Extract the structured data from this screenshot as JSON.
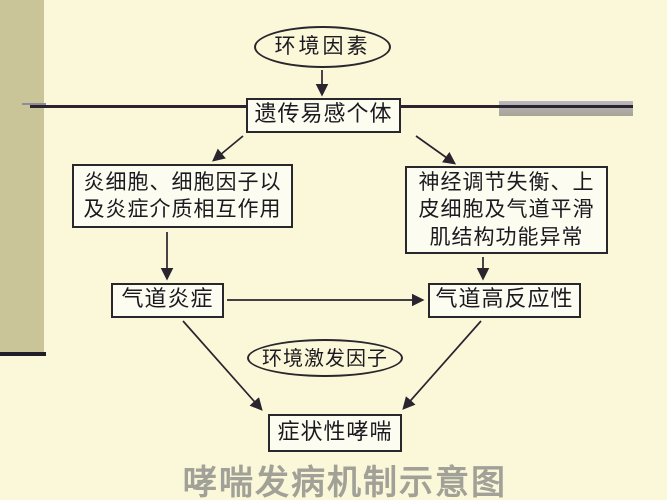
{
  "slide": {
    "title": "哮喘发病机制示意图",
    "background_color": "#fbf8da",
    "accent_bar_color": "#c9c598",
    "divider_line_color": "#29242e",
    "gray_bar_color": "#b1aeb8",
    "node_fill_color": "#fdfcf0",
    "node_border_color": "#29262c",
    "text_color": "#1c1a20",
    "title_color": "#a2a198"
  },
  "nodes": {
    "env_factors": {
      "shape": "ellipse",
      "label": "环境因素"
    },
    "genetic_host": {
      "shape": "rect",
      "label": "遗传易感个体"
    },
    "inflammation_interaction": {
      "shape": "rect",
      "full_label": "炎细胞、细胞因子以及炎症介质相互作用",
      "line1": "炎细胞、细胞因子以",
      "line2": "及炎症介质相互作用"
    },
    "neural_dysfunction": {
      "shape": "rect",
      "full_label": "神经调节失衡、上皮细胞及气道平滑肌结构功能异常",
      "line1": "神经调节失衡、上",
      "line2": "皮细胞及气道平滑",
      "line3": "肌结构功能异常"
    },
    "airway_inflammation": {
      "shape": "rect",
      "label": "气道炎症"
    },
    "airway_hyperresponsiveness": {
      "shape": "rect",
      "label": "气道高反应性"
    },
    "env_triggers": {
      "shape": "ellipse",
      "label": "环境激发因子"
    },
    "symptomatic_asthma": {
      "shape": "rect",
      "label": "症状性哮喘"
    }
  },
  "edges": [
    {
      "from": "环境因素",
      "to": "遗传易感个体"
    },
    {
      "from": "遗传易感个体",
      "to": "炎细胞、细胞因子以及炎症介质相互作用"
    },
    {
      "from": "遗传易感个体",
      "to": "神经调节失衡、上皮细胞及气道平滑肌结构功能异常"
    },
    {
      "from": "炎细胞、细胞因子以及炎症介质相互作用",
      "to": "气道炎症"
    },
    {
      "from": "神经调节失衡、上皮细胞及气道平滑肌结构功能异常",
      "to": "气道高反应性"
    },
    {
      "from": "气道炎症",
      "to": "气道高反应性"
    },
    {
      "from": "气道炎症",
      "to": "症状性哮喘"
    },
    {
      "from": "气道高反应性",
      "to": "症状性哮喘"
    }
  ]
}
